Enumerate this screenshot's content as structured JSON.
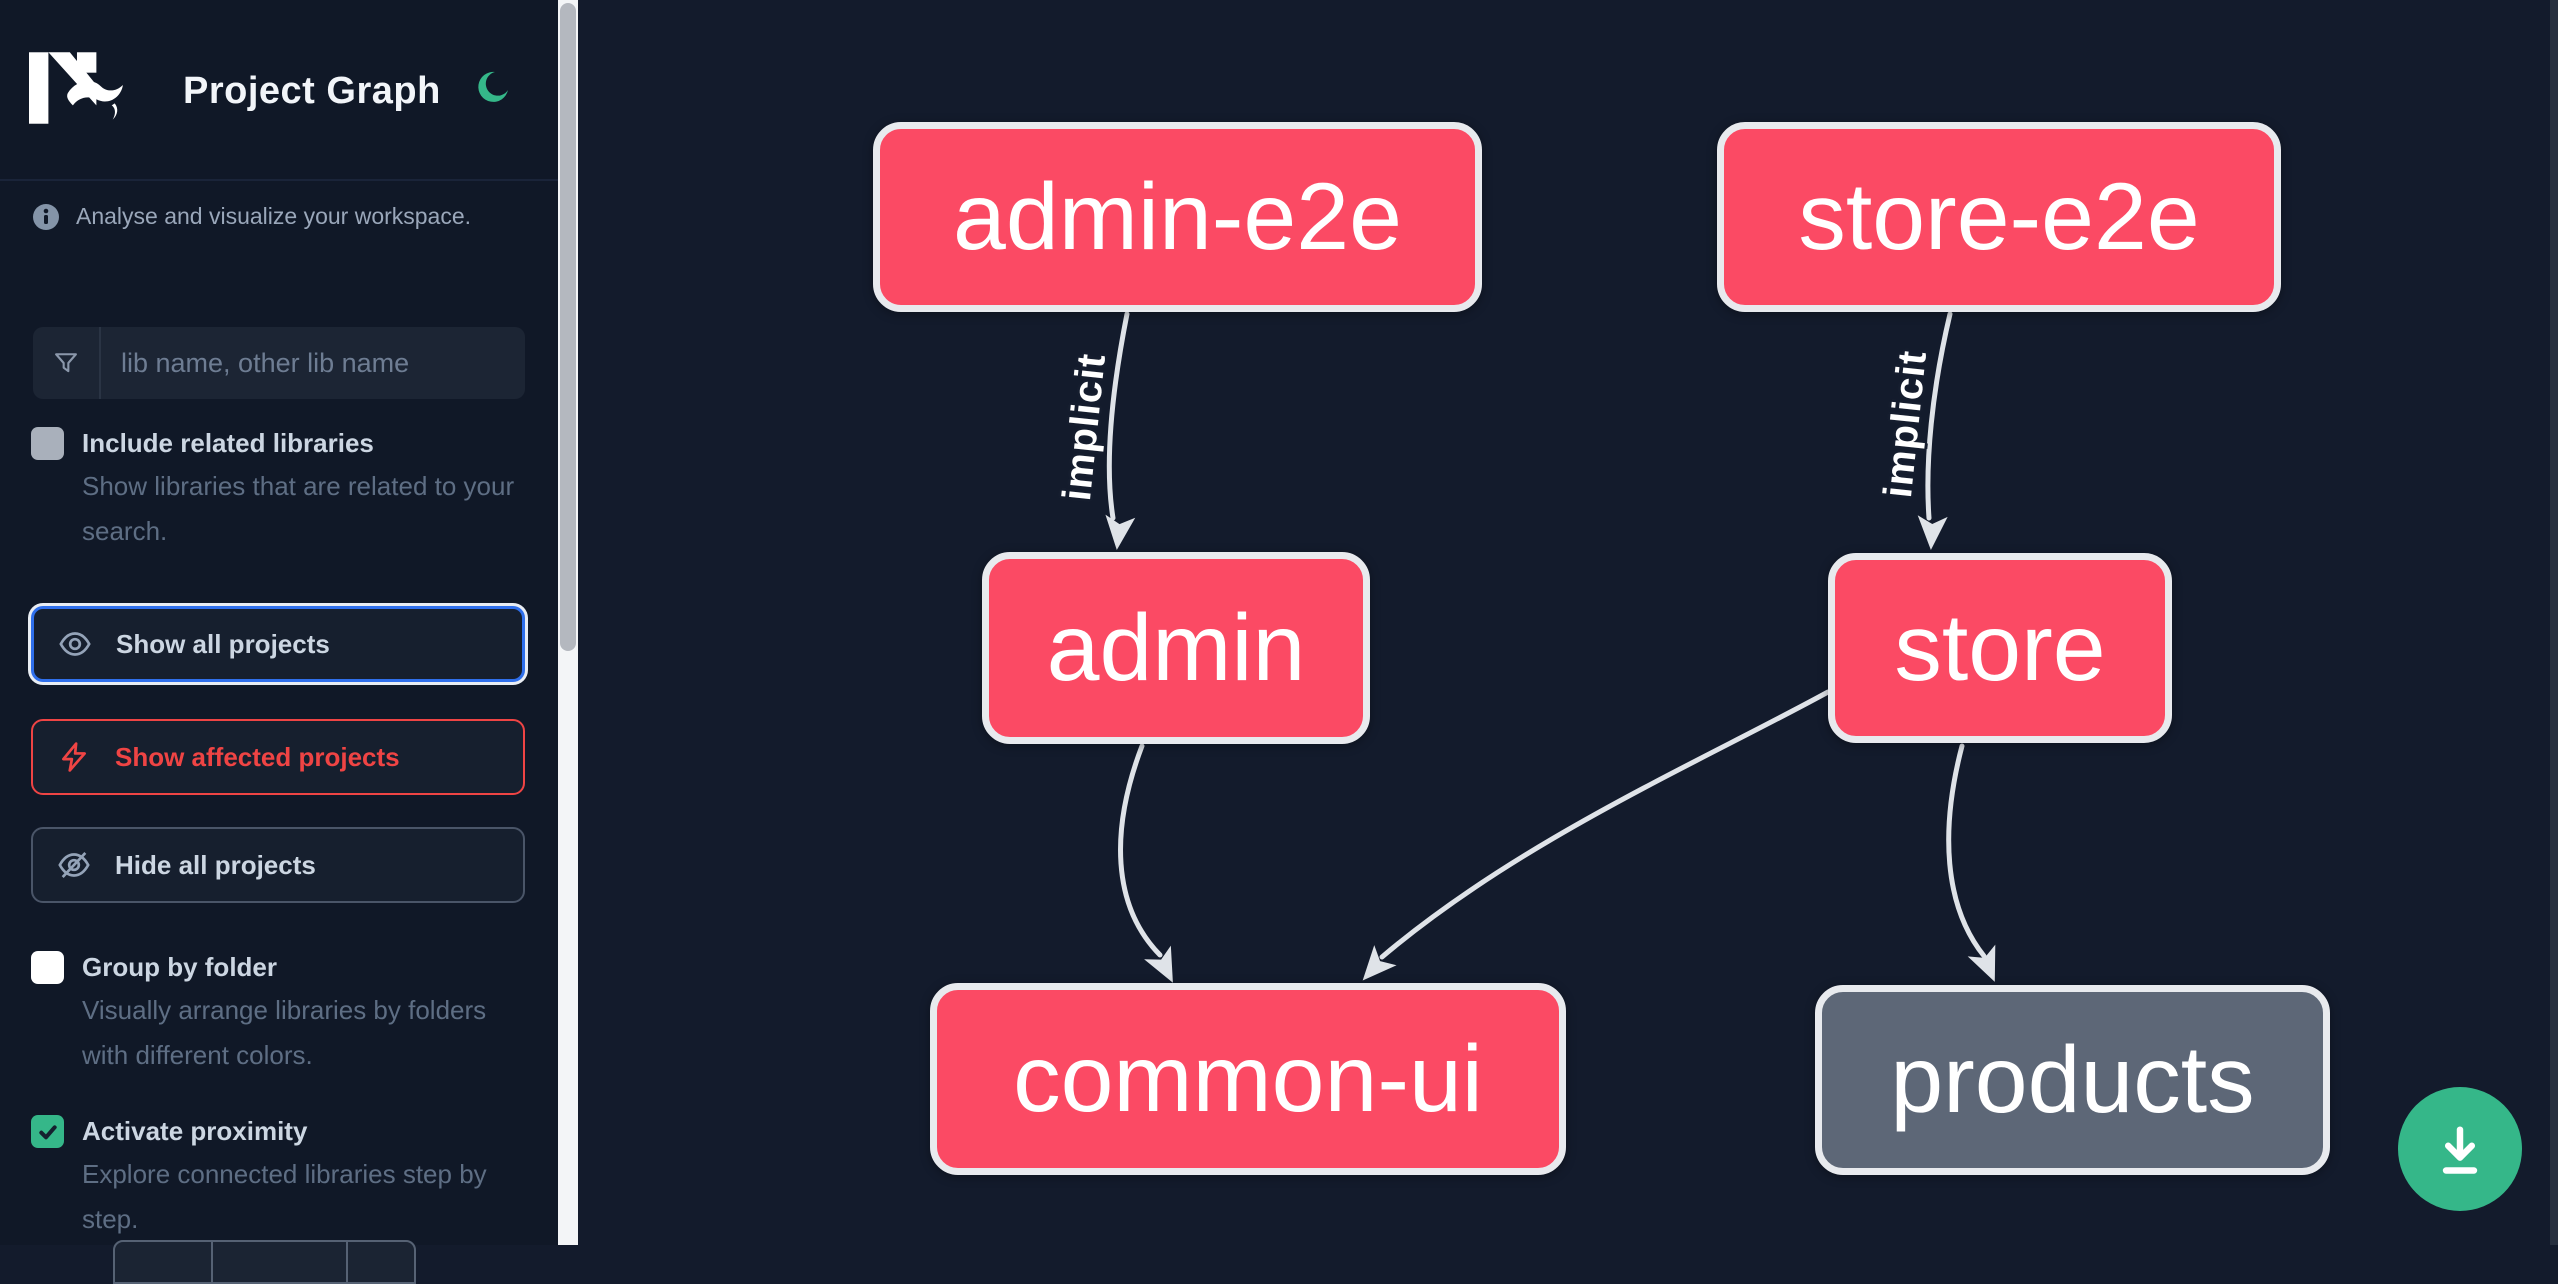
{
  "app": {
    "title": "Project Graph"
  },
  "theme": {
    "accent_green": "#35b789",
    "affected_pink": "#fb4a64",
    "plain_node_gray": "#5d6777",
    "focus_blue": "#2f6feb",
    "alert_red": "#ef4444",
    "edge_gray": "#dfe3e8"
  },
  "sidebar": {
    "tagline": "Analyse and visualize your workspace.",
    "search": {
      "placeholder": "lib name, other lib name"
    },
    "actions": {
      "show_all": "Show all projects",
      "show_affected": "Show affected projects",
      "hide_all": "Hide all projects"
    },
    "toggles": [
      {
        "label": "Include related libraries",
        "description": "Show libraries that are related to your search.",
        "checked": false
      },
      {
        "label": "Group by folder",
        "description": "Visually arrange libraries by folders with different colors.",
        "checked": false
      },
      {
        "label": "Activate proximity",
        "description": "Explore connected libraries step by step.",
        "checked": true
      }
    ]
  },
  "graph": {
    "nodes": [
      {
        "id": "admin-e2e",
        "label": "admin-e2e",
        "state": "affected",
        "color": "#fb4a64"
      },
      {
        "id": "store-e2e",
        "label": "store-e2e",
        "state": "affected",
        "color": "#fb4a64"
      },
      {
        "id": "admin",
        "label": "admin",
        "state": "affected",
        "color": "#fb4a64"
      },
      {
        "id": "store",
        "label": "store",
        "state": "affected",
        "color": "#fb4a64"
      },
      {
        "id": "common-ui",
        "label": "common-ui",
        "state": "affected",
        "color": "#fb4a64"
      },
      {
        "id": "products",
        "label": "products",
        "state": "plain",
        "color": "#5d6777"
      }
    ],
    "edges": [
      {
        "from": "admin-e2e",
        "to": "admin",
        "label": "implicit"
      },
      {
        "from": "store-e2e",
        "to": "store",
        "label": "implicit"
      },
      {
        "from": "admin",
        "to": "common-ui",
        "label": ""
      },
      {
        "from": "store",
        "to": "common-ui",
        "label": ""
      },
      {
        "from": "store",
        "to": "products",
        "label": ""
      }
    ]
  },
  "fab": {
    "action": "download-graph-image"
  }
}
